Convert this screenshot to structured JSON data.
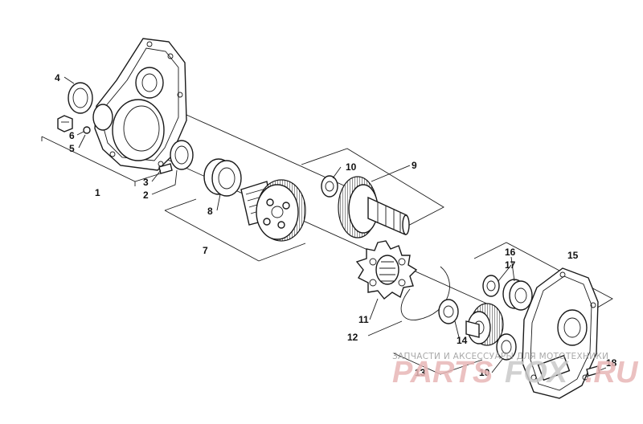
{
  "callouts": {
    "1": "1",
    "2": "2",
    "3": "3",
    "4": "4",
    "5": "5",
    "6": "6",
    "7": "7",
    "8": "8",
    "9": "9",
    "10": "10",
    "11": "11",
    "12": "12",
    "13": "13",
    "14": "14",
    "15": "15",
    "16": "16",
    "17": "17",
    "18": "18"
  },
  "watermark": {
    "caption": "ЗАПЧАСТИ И АКСЕССУАРЫ ДЛЯ МОТОТЕХНИКИ",
    "brand_left": "PARTS",
    "brand_mid": "FOX",
    "brand_right": ".RU",
    "colors": {
      "red": "#e8b7b7",
      "grey": "#c9c9c9"
    }
  }
}
